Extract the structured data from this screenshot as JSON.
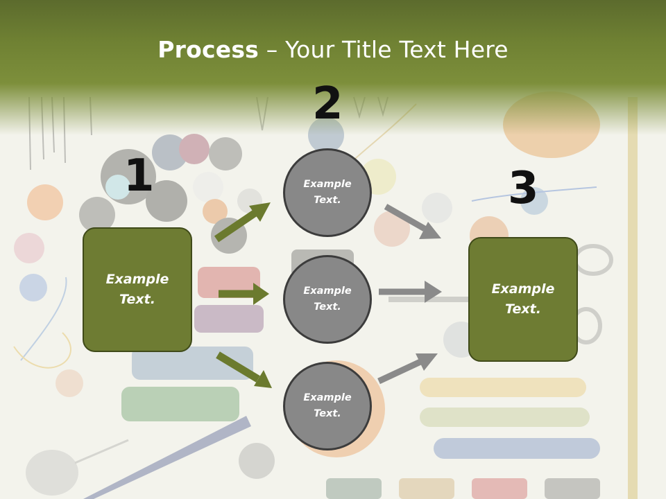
{
  "title": {
    "bold": "Process",
    "rest": " – Your Title Text Here"
  },
  "colors": {
    "header": "#6f8133",
    "box": "#6e7c33",
    "circle": "#888888",
    "arrow_green": "#6b7a2e",
    "arrow_gray": "#8a8a8a"
  },
  "steps": [
    {
      "number": "1",
      "label": "Example Text."
    },
    {
      "number": "2",
      "items": [
        {
          "label": "Example Text."
        },
        {
          "label": "Example Text."
        },
        {
          "label": "Example Text."
        }
      ]
    },
    {
      "number": "3",
      "label": "Example Text."
    }
  ]
}
